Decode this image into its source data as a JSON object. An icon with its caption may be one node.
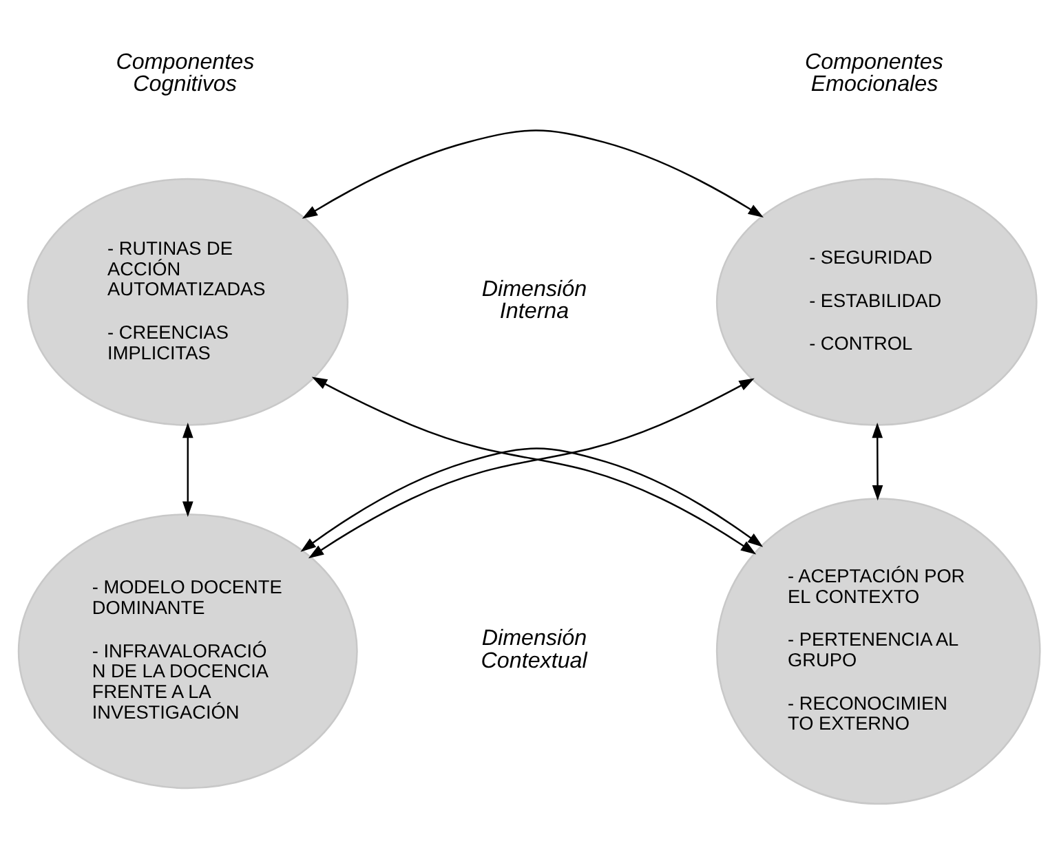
{
  "diagram": {
    "nodes": [
      {
        "text": [
          "- SEGURIDAD",
          "- ESTABILIDAD",
          "- CONTROL"
        ]
      },
      {
        "text": [
          "- RUTINAS DE ACCIÓN AUTOMATIZADAS",
          "- CREENCIAS IMPLICITAS"
        ]
      },
      {
        "text": [
          "- ACEPTACIÓN POR EL CONTEXTO",
          "- PERTENENCIA AL GRUPO",
          "- RECONOCIMIEN TO EXTERNO"
        ]
      },
      {
        "text": [
          "- MODELO DOCENTE DOMINANTE",
          "- INFRAVALORACIÓ N DE LA DOCENCIA FRENTE A LA INVESTIGACIÓN"
        ]
      }
    ],
    "edges": [
      {
        "from": 0,
        "to": 1,
        "arrow": "both"
      },
      {
        "from": 0,
        "to": 3,
        "arrow": "both"
      },
      {
        "from": 1,
        "to": 2,
        "arrow": "both"
      },
      {
        "from": 0,
        "to": 2,
        "arrow": "both"
      },
      {
        "from": 1,
        "to": 3,
        "arrow": "both"
      },
      {
        "from": 2,
        "to": 3,
        "arrow": "both"
      }
    ],
    "labels": [
      "Componentes Emocionales",
      "Componentes Cognitivos",
      "Dimensión Interna",
      "Dimensión Contextual"
    ]
  }
}
